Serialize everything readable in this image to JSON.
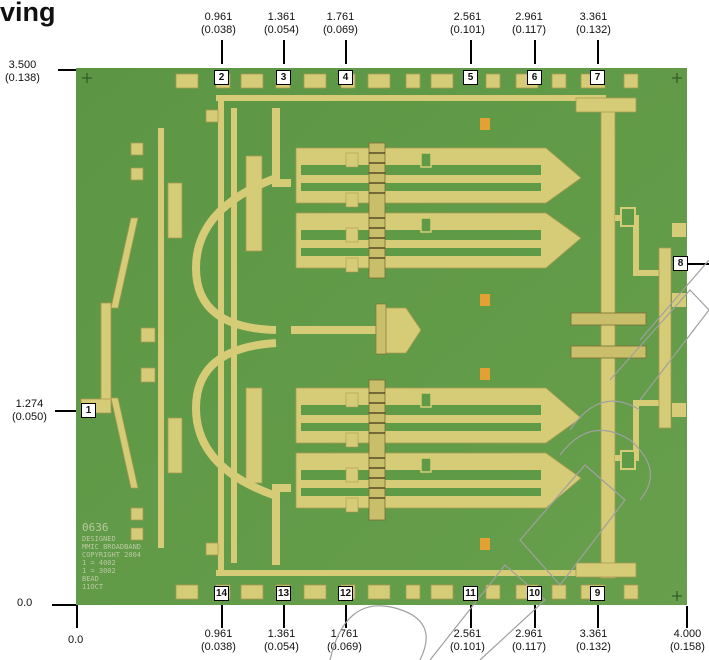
{
  "title": "ving",
  "left_labels": [
    {
      "mm": "3.500",
      "inch": "(0.138)"
    },
    {
      "mm": "1.274",
      "inch": "(0.050)"
    },
    {
      "mm": "0.0",
      "inch": ""
    }
  ],
  "bottom_left_origin": "0.0",
  "top_labels": [
    {
      "mm": "0.961",
      "inch": "(0.038)"
    },
    {
      "mm": "1.361",
      "inch": "(0.054)"
    },
    {
      "mm": "1.761",
      "inch": "(0.069)"
    },
    {
      "mm": "2.561",
      "inch": "(0.101)"
    },
    {
      "mm": "2.961",
      "inch": "(0.117)"
    },
    {
      "mm": "3.361",
      "inch": "(0.132)"
    }
  ],
  "bottom_labels": [
    {
      "mm": "0.961",
      "inch": "(0.038)"
    },
    {
      "mm": "1.361",
      "inch": "(0.054)"
    },
    {
      "mm": "1.761",
      "inch": "(0.069)"
    },
    {
      "mm": "2.561",
      "inch": "(0.101)"
    },
    {
      "mm": "2.961",
      "inch": "(0.117)"
    },
    {
      "mm": "3.361",
      "inch": "(0.132)"
    },
    {
      "mm": "4.000",
      "inch": "(0.158)"
    }
  ],
  "pins": {
    "p1": "1",
    "p2": "2",
    "p3": "3",
    "p4": "4",
    "p5": "5",
    "p6": "6",
    "p7": "7",
    "p8": "8",
    "p9": "9",
    "p10": "10",
    "p11": "11",
    "p12": "12",
    "p13": "13",
    "p14": "14"
  },
  "chip_text": {
    "part": "0636",
    "lines": [
      "DESIGNED",
      "MMIC BROADBAND",
      "COPYRIGHT 2004",
      "1 = 4002",
      "1 = 3002",
      "BEAD",
      "11OCT"
    ]
  },
  "colors": {
    "die": "#5f9a47",
    "die_dark": "#4e8a3b",
    "metal": "#d8cf7c",
    "metal_edge": "#b8a85a",
    "watermark": "#a0a0a0"
  }
}
